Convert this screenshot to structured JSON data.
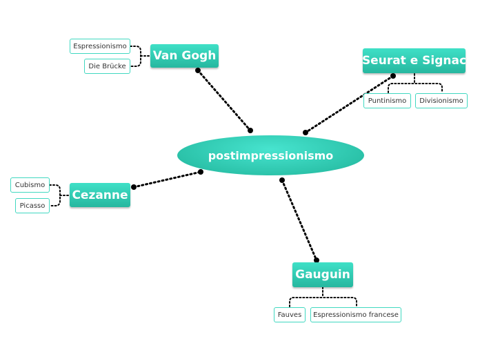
{
  "central": {
    "label": "postimpressionismo"
  },
  "branches": {
    "van_gogh": {
      "label": "Van Gogh",
      "children": [
        "Espressionismo",
        "Die Brücke"
      ]
    },
    "seurat": {
      "label": "Seurat e Signac",
      "children": [
        "Puntinismo",
        "Divisionismo"
      ]
    },
    "cezanne": {
      "label": "Cezanne",
      "children": [
        "Cubismo",
        "Picasso"
      ]
    },
    "gauguin": {
      "label": "Gauguin",
      "children": [
        "Fauves",
        "Espressionismo francese"
      ]
    }
  },
  "colors": {
    "topic": "#2cc3aa",
    "sub_border": "#3fd8c0",
    "connector": "#000000"
  }
}
